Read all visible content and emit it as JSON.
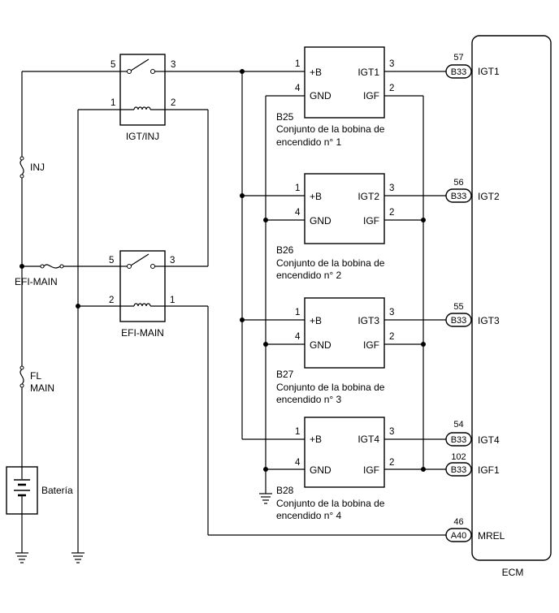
{
  "relays": [
    {
      "name": "IGT/INJ",
      "pins": [
        "5",
        "3",
        "1",
        "2"
      ]
    },
    {
      "name": "EFI-MAIN",
      "pins": [
        "5",
        "3",
        "2",
        "1"
      ]
    }
  ],
  "fuses": [
    {
      "label_lines": [
        "INJ"
      ]
    },
    {
      "label_lines": [
        "EFI-MAIN"
      ]
    },
    {
      "label_lines": [
        "FL",
        "MAIN"
      ]
    }
  ],
  "battery": {
    "label": "Batería"
  },
  "coils": [
    {
      "code": "B25",
      "desc": [
        "Conjunto de la bobina de",
        "encendido n° 1"
      ],
      "in_pins": [
        "1",
        "4"
      ],
      "in_labels": [
        "+B",
        "GND"
      ],
      "out_labels": [
        "IGT1",
        "IGF"
      ],
      "out_pins": [
        "3",
        "2"
      ]
    },
    {
      "code": "B26",
      "desc": [
        "Conjunto de la bobina de",
        "encendido n° 2"
      ],
      "in_pins": [
        "1",
        "4"
      ],
      "in_labels": [
        "+B",
        "GND"
      ],
      "out_labels": [
        "IGT2",
        "IGF"
      ],
      "out_pins": [
        "3",
        "2"
      ]
    },
    {
      "code": "B27",
      "desc": [
        "Conjunto de la bobina de",
        "encendido n° 3"
      ],
      "in_pins": [
        "1",
        "4"
      ],
      "in_labels": [
        "+B",
        "GND"
      ],
      "out_labels": [
        "IGT3",
        "IGF"
      ],
      "out_pins": [
        "3",
        "2"
      ]
    },
    {
      "code": "B28",
      "desc": [
        "Conjunto de la bobina de",
        "encendido n° 4"
      ],
      "in_pins": [
        "1",
        "4"
      ],
      "in_labels": [
        "+B",
        "GND"
      ],
      "out_labels": [
        "IGT4",
        "IGF"
      ],
      "out_pins": [
        "3",
        "2"
      ]
    }
  ],
  "ecm": {
    "label": "ECM",
    "terminals": [
      {
        "pin": "57",
        "connector": "B33",
        "signal": "IGT1"
      },
      {
        "pin": "56",
        "connector": "B33",
        "signal": "IGT2"
      },
      {
        "pin": "55",
        "connector": "B33",
        "signal": "IGT3"
      },
      {
        "pin": "54",
        "connector": "B33",
        "signal": "IGT4"
      },
      {
        "pin": "102",
        "connector": "B33",
        "signal": "IGF1"
      },
      {
        "pin": "46",
        "connector": "A40",
        "signal": "MREL"
      }
    ]
  }
}
